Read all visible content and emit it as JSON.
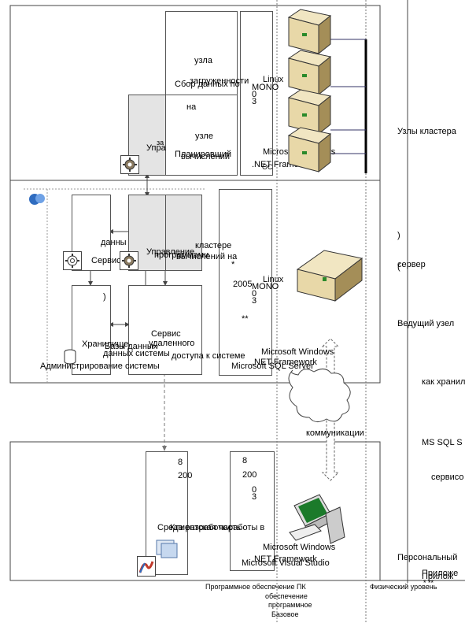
{
  "levels": {
    "nodes": "Узлы кластера",
    "server": "сервер",
    "paren_open": ")",
    "paren_close": "(",
    "head_node": "Ведущий узел",
    "as_storage": "как хранил",
    "mssql": "MS SQL S",
    "services": "сервисо",
    "pc": "Персональный",
    "appl1": "Приложе",
    "appl2": "Прилож",
    "stars": "* **"
  },
  "cluster": {
    "collect1": "узла",
    "collect2": "загруженности",
    "collect3": "Сбор данных по",
    "collect4": "на",
    "collect5": "узле",
    "planner1": "Планировщий",
    "planner2": "вычислений",
    "upr1": "за",
    "upr2": "Упра",
    "os": {
      "linux": "Linux",
      "mono": "MONO",
      "n0": "0",
      "n3": "3",
      "windows": "Microsoft Windows",
      "net": ".NET Framework",
      "oc": "ОС"
    }
  },
  "head": {
    "data": "данны",
    "service": "Сервис",
    "cluster_mgmt1": "Управление",
    "cluster_mgmt2": "программами",
    "cluster_mgmt3": "вычислений на",
    "cluster_word": "кластере",
    "star": "*",
    "year": "2005",
    "stars2": "**",
    "paren": ")",
    "storage1": "Хранилище",
    "storage2": "данных системы",
    "storage3": "Базы данных",
    "remote1": "Сервис",
    "remote2": "удаленного",
    "remote3": "доступа к системе",
    "admin": "Администрирование системы",
    "os": {
      "linux": "Linux",
      "mono": "MONO",
      "n0": "0",
      "n3": "3",
      "windows": "Microsoft Windows",
      "net": ".NET Framework",
      "sql": "Microsoft SQL Server"
    }
  },
  "network": {
    "label": "коммуникации"
  },
  "pc": {
    "n8a": "8",
    "n200a": "200",
    "n8b": "8",
    "n200b": "200",
    "n0": "0",
    "n3": "3",
    "env": "Среда разработки",
    "client": "Клиентская часть",
    "work": "работы в",
    "windows": "Microsoft Windows",
    "net": ".NET Framework",
    "vs": "Microsoft Visual Studio"
  },
  "footer": {
    "soft_pc": "Программное обеспечение ПК",
    "base1": "обеспечение",
    "base2": "программное",
    "base3": "Базовое",
    "phys": "Физический уровень"
  }
}
